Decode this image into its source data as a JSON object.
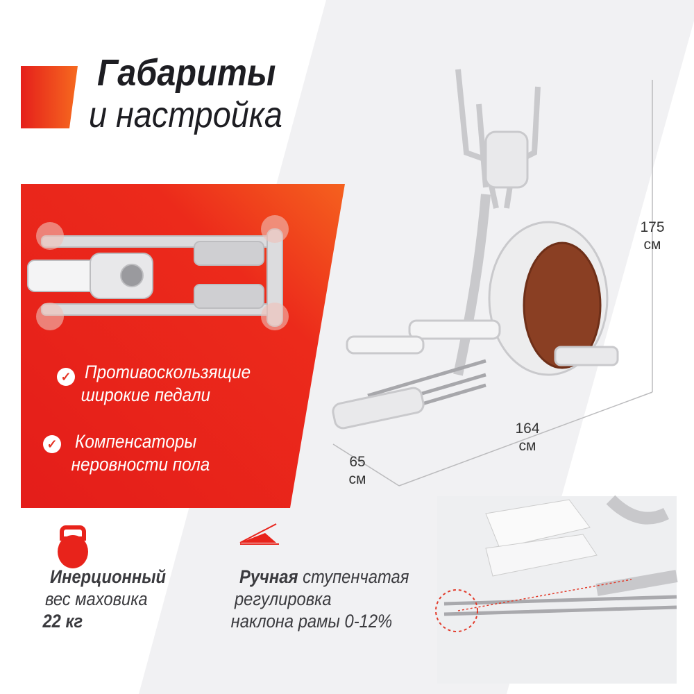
{
  "header": {
    "title_line1": "Габариты",
    "title_line2": "и настройка"
  },
  "features": [
    {
      "icon": "check-circle-icon",
      "line1": "Противоскользящие",
      "line2": "широкие педали"
    },
    {
      "icon": "check-circle-icon",
      "line1": "Компенсаторы",
      "line2": "неровности пола"
    }
  ],
  "dimensions": {
    "height": {
      "value": "175",
      "unit": "см"
    },
    "length": {
      "value": "164",
      "unit": "см"
    },
    "width": {
      "value": "65",
      "unit": "см"
    }
  },
  "specs": [
    {
      "icon": "kettlebell-icon",
      "bold": "Инерционный",
      "line2": "вес маховика",
      "line3": "22 кг"
    },
    {
      "icon": "incline-icon",
      "bold": "Ручная",
      "rest": " ступенчатая",
      "line2": "регулировка",
      "line3": "наклона рамы 0-12%"
    }
  ],
  "colors": {
    "accent": "#e8231b",
    "accent_light": "#f5651f",
    "text": "#1d1d22"
  }
}
